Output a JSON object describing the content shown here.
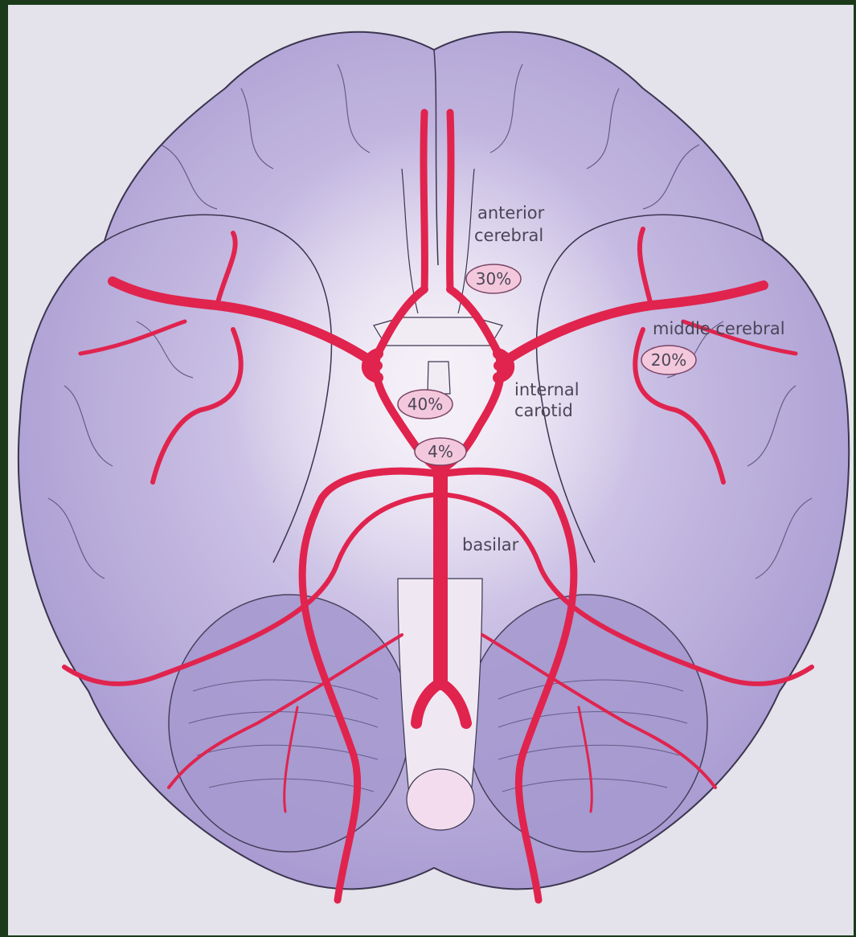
{
  "labels": {
    "anterior_line1": "anterior",
    "anterior_line2": "cerebral",
    "middle": "middle cerebral",
    "internal_line1": "internal",
    "internal_line2": "carotid",
    "basilar": "basilar"
  },
  "percentages": {
    "anterior": "30%",
    "middle": "20%",
    "internal": "40%",
    "basilar": "4%"
  },
  "colors": {
    "frame": "#1a3a1a",
    "background": "#e4e2ea",
    "brain": "#b0a4d4",
    "artery": "#e0244e",
    "badge": "#f4c8dc"
  }
}
